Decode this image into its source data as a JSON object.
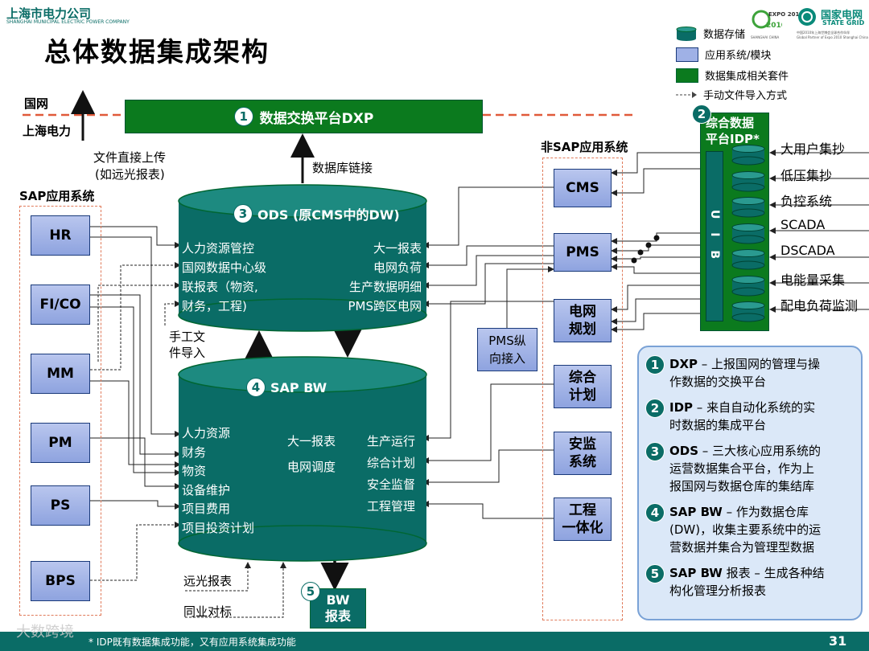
{
  "header": {
    "company_cn": "上海市电力公司",
    "company_en": "SHANGHAI MUNICIPAL ELECTRIC POWER COMPANY",
    "title": "总体数据集成架构",
    "expo_logo": "EXPO 2010",
    "expo_sub": "SHANGHAI CHINA",
    "sgcc_cn": "国家电网",
    "sgcc_en": "STATE GRID",
    "sgcc_tagline": "中国2010年上海世博会全球合作伙伴",
    "sgcc_tagline_en": "Global Partner of Expo 2010 Shanghai China"
  },
  "legend": {
    "storage": "数据存储",
    "app": "应用系统/模块",
    "suite": "数据集成相关套件",
    "manual": "手动文件导入方式"
  },
  "left_labels": {
    "guowang": "国网",
    "shanghai": "上海电力",
    "upload_line1": "文件直接上传",
    "upload_line2": "(如远光报表)",
    "db_link": "数据库链接",
    "manual_line1": "手工文",
    "manual_line2": "件导入",
    "yuanguang": "远光报表",
    "tongye": "同业对标"
  },
  "dxp": {
    "num": "1",
    "label": "数据交换平台DXP"
  },
  "ods": {
    "num": "3",
    "title": "ODS (原CMS中的DW)",
    "left_items": [
      "人力资源管控",
      "国网数据中心级",
      "联报表（物资,",
      "财务，工程)"
    ],
    "right_items": [
      "大一报表",
      "电网负荷",
      "生产数据明细",
      "PMS跨区电网"
    ]
  },
  "sapbw": {
    "num": "4",
    "title": "SAP BW",
    "left_items": [
      "人力资源",
      "财务",
      "物资",
      "设备维护",
      "项目费用",
      "项目投资计划"
    ],
    "mid_items": [
      "大一报表",
      "电网调度"
    ],
    "right_items": [
      "生产运行",
      "综合计划",
      "安全监督",
      "工程管理"
    ]
  },
  "bw_report": {
    "num": "5",
    "line1": "BW",
    "line2": "报表"
  },
  "sap": {
    "title": "SAP应用系统",
    "modules": [
      "HR",
      "FI/CO",
      "MM",
      "PM",
      "PS",
      "BPS"
    ]
  },
  "nonsap": {
    "title": "非SAP应用系统",
    "systems": [
      {
        "l1": "CMS",
        "l2": ""
      },
      {
        "l1": "PMS",
        "l2": ""
      },
      {
        "l1": "电网",
        "l2": "规划"
      },
      {
        "l1": "综合",
        "l2": "计划"
      },
      {
        "l1": "安监",
        "l2": "系统"
      },
      {
        "l1": "工程",
        "l2": "一体化"
      }
    ],
    "pms_access_l1": "PMS纵",
    "pms_access_l2": "向接入"
  },
  "idp": {
    "num": "2",
    "line1": "综合数据",
    "line2": "平台IDP*",
    "uib": "U I B",
    "sources": [
      "大用户集抄",
      "低压集抄",
      "负控系统",
      "SCADA",
      "DSCADA",
      "电能量采集",
      "配电负荷监测"
    ]
  },
  "notes": [
    {
      "num": "1",
      "head": "DXP",
      "text1": " – 上报国网的管理与操",
      "text2": "作数据的交换平台"
    },
    {
      "num": "2",
      "head": "IDP",
      "text1": " – 来自自动化系统的实",
      "text2": "时数据的集成平台"
    },
    {
      "num": "3",
      "head": "ODS",
      "text1": " – 三大核心应用系统的",
      "text2": "运营数据集合平台，作为上",
      "text3": "报国网与数据仓库的集结库"
    },
    {
      "num": "4",
      "head": "SAP BW",
      "text1": " – 作为数据仓库",
      "text2": "(DW)，收集主要系统中的运",
      "text3": "营数据并集合为管理型数据"
    },
    {
      "num": "5",
      "head": "SAP BW",
      "text1": " 报表 – 生成各种结",
      "text2": "构化管理分析报表"
    }
  ],
  "footer": {
    "watermark": "大数跨境",
    "note": "* IDP既有数据集成功能，又有应用系统集成功能",
    "page": "31"
  },
  "colors": {
    "teal": "#0a6c66",
    "green": "#0b7a1e",
    "blue_box": "#9fb1e6",
    "orange": "#e07a5a"
  }
}
